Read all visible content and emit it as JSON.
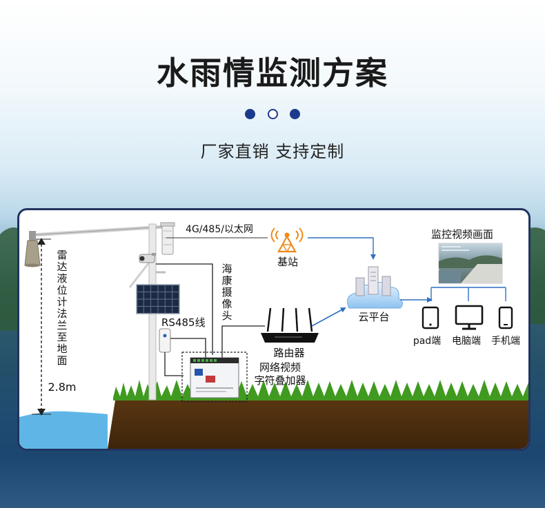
{
  "header": {
    "title": "水雨情监测方案",
    "subtitle": "厂家直销  支持定制"
  },
  "diagram": {
    "link_label": "4G/485/以太网",
    "base_station": "基站",
    "monitor_title": "监控视频画面",
    "camera_label": [
      "海",
      "康",
      "摄",
      "像",
      "头"
    ],
    "rs485_label": "RS485线",
    "router_label": "路由器",
    "cloud_label": "云平台",
    "overlay_line1": "网络视频",
    "overlay_line2": "字符叠加器",
    "height_label": [
      "雷",
      "达",
      "液",
      "位",
      "计",
      "法",
      "兰",
      "至",
      "地",
      "面"
    ],
    "height_value": "2.8m",
    "terminals": {
      "pad": "pad端",
      "pc": "电脑端",
      "phone": "手机端"
    }
  },
  "colors": {
    "title": "#1a1a1a",
    "accent_navy": "#1c3a8c",
    "panel_border": "#21335f",
    "soil": "#4a2d0f",
    "grass": "#3f9a1f",
    "water": "#5fb6e6",
    "antenna_orange": "#f08a18",
    "arrow_blue": "#2f6fc0"
  }
}
